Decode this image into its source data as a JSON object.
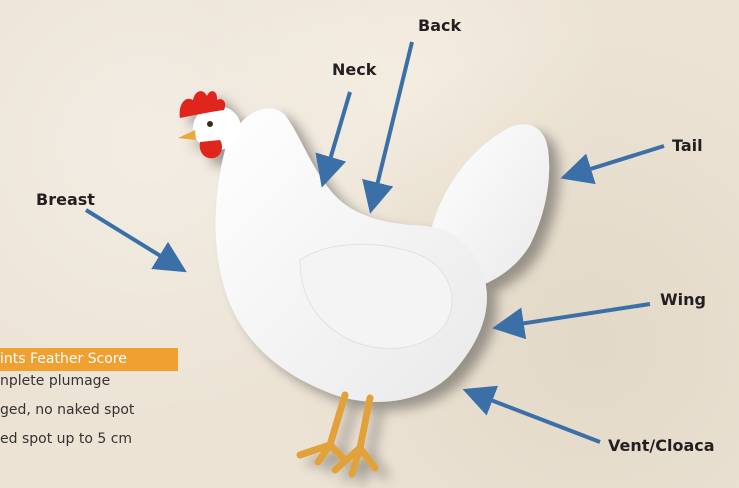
{
  "labels": {
    "back": "Back",
    "neck": "Neck",
    "tail": "Tail",
    "breast": "Breast",
    "wing": "Wing",
    "vent": "Vent/Cloaca"
  },
  "score_box": {
    "title": "ints Feather Score",
    "lines": [
      "nplete plumage",
      "ged, no naked spot",
      "ed spot up to 5 cm"
    ]
  },
  "colors": {
    "arrow": "#3b6fa8",
    "title_bg": "#f0a030",
    "bird": "#ffffff"
  },
  "icons": {
    "subject": "white-hen-illustration"
  }
}
